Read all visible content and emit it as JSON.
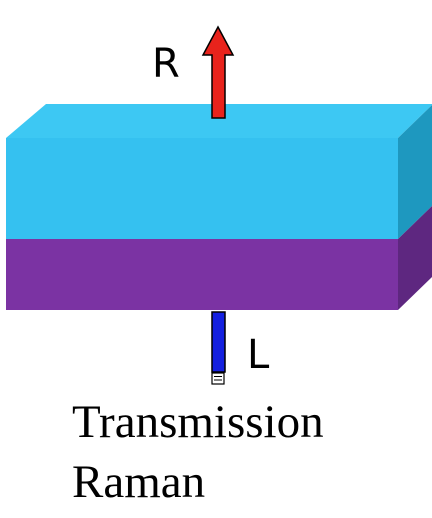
{
  "diagram": {
    "reflected_label": "R",
    "laser_label": "L",
    "caption_line1": "Transmission",
    "caption_line2": "Raman"
  },
  "layers": {
    "top": {
      "name": "cyan-layer",
      "front_color": "#35C1F0",
      "top_color": "#3DC8F3",
      "side_color": "#1E98BF"
    },
    "bottom": {
      "name": "purple-layer",
      "front_color": "#7B33A3",
      "side_color": "#5E2780"
    }
  },
  "arrows": {
    "reflected_color": "#E8231C",
    "laser_color": "#1420E0"
  }
}
